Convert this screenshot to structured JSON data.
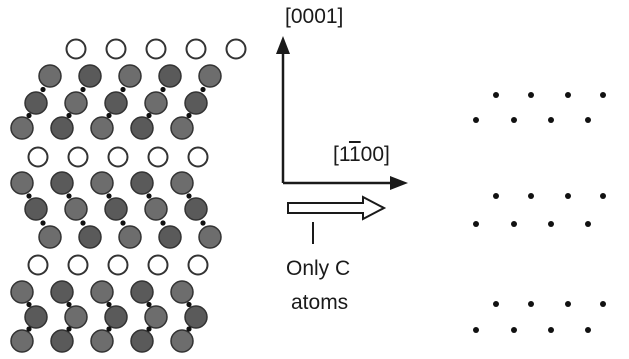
{
  "axes": {
    "vertical_label": "[0001]",
    "horizontal_label_parts": [
      "[1",
      "1",
      "00]"
    ]
  },
  "transform_note": {
    "line1": "Only C",
    "line2": "atoms"
  },
  "colors": {
    "dark_atom": "#5a5a5a",
    "mid_atom": "#6d6d6d",
    "open_atom_fill": "#ffffff",
    "atom_stroke": "#333333",
    "bond_dot": "#111111",
    "line": "#1a1a1a"
  }
}
